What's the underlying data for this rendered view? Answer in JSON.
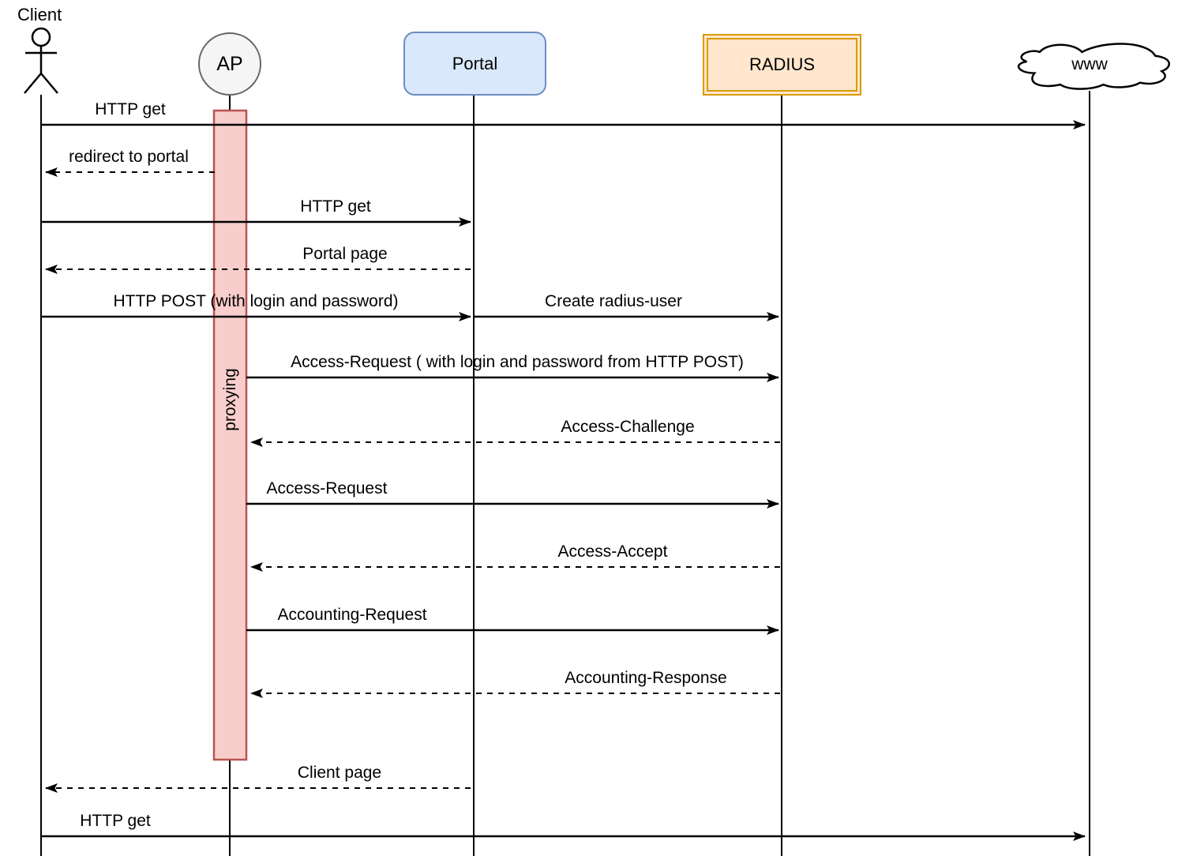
{
  "diagram_type": "sequence-diagram",
  "participants": [
    {
      "label": "Client",
      "kind": "actor"
    },
    {
      "label": "AP",
      "kind": "circle"
    },
    {
      "label": "Portal",
      "kind": "rounded-box"
    },
    {
      "label": "RADIUS",
      "kind": "double-border-box"
    },
    {
      "label": "www",
      "kind": "cloud"
    }
  ],
  "activation": {
    "label": "proxying",
    "on": "AP"
  },
  "messages": [
    {
      "label": "HTTP get",
      "from": "Client",
      "to": "www",
      "style": "solid"
    },
    {
      "label": "redirect to portal",
      "from": "AP",
      "to": "Client",
      "style": "dashed"
    },
    {
      "label": "HTTP get",
      "from": "Client",
      "to": "Portal",
      "style": "solid"
    },
    {
      "label": "Portal page",
      "from": "Portal",
      "to": "Client",
      "style": "dashed"
    },
    {
      "label": "HTTP POST (with login and password)",
      "from": "Client",
      "to": "Portal",
      "style": "solid"
    },
    {
      "label": "Create radius-user",
      "from": "Portal",
      "to": "RADIUS",
      "style": "solid"
    },
    {
      "label": "Access-Request ( with login and password from HTTP POST)",
      "from": "AP",
      "to": "RADIUS",
      "style": "solid"
    },
    {
      "label": "Access-Challenge",
      "from": "RADIUS",
      "to": "AP",
      "style": "dashed"
    },
    {
      "label": "Access-Request",
      "from": "AP",
      "to": "RADIUS",
      "style": "solid"
    },
    {
      "label": "Access-Accept",
      "from": "RADIUS",
      "to": "AP",
      "style": "dashed"
    },
    {
      "label": "Accounting-Request",
      "from": "AP",
      "to": "RADIUS",
      "style": "solid"
    },
    {
      "label": "Accounting-Response",
      "from": "RADIUS",
      "to": "AP",
      "style": "dashed"
    },
    {
      "label": "Client page",
      "from": "Portal",
      "to": "Client",
      "style": "dashed"
    },
    {
      "label": "HTTP get",
      "from": "Client",
      "to": "www",
      "style": "solid"
    }
  ],
  "colors": {
    "activation_fill": "#f8cecc",
    "activation_border": "#b85450",
    "portal_fill": "#dae8fc",
    "portal_border": "#6c8ebf",
    "radius_fill": "#ffe6cc",
    "radius_border": "#d79b00",
    "ap_fill": "#f5f5f5",
    "ap_border": "#666666",
    "line": "#000000",
    "background": "#ffffff"
  }
}
